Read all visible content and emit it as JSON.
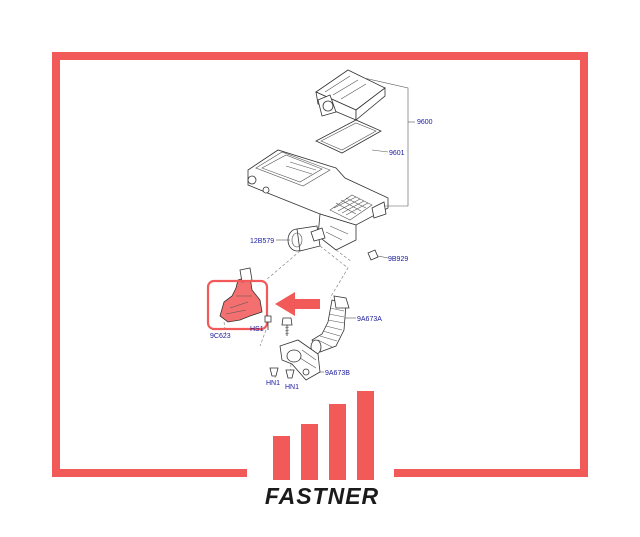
{
  "brand": {
    "name": "FASTNER",
    "accent_color": "#f25a5a",
    "text_color": "#1b1b1b"
  },
  "diagram": {
    "label_color": "#1a1aa0",
    "labels": {
      "air_cleaner_assembly": "9600",
      "air_filter": "9601",
      "sensor": "12B579",
      "clip": "9B929",
      "outlet_tube": "9A673A",
      "resonator": "9A673B",
      "intake_duct": "9C623",
      "bolt": "HS1",
      "nut_left": "HN1",
      "nut_right": "HN1"
    }
  }
}
